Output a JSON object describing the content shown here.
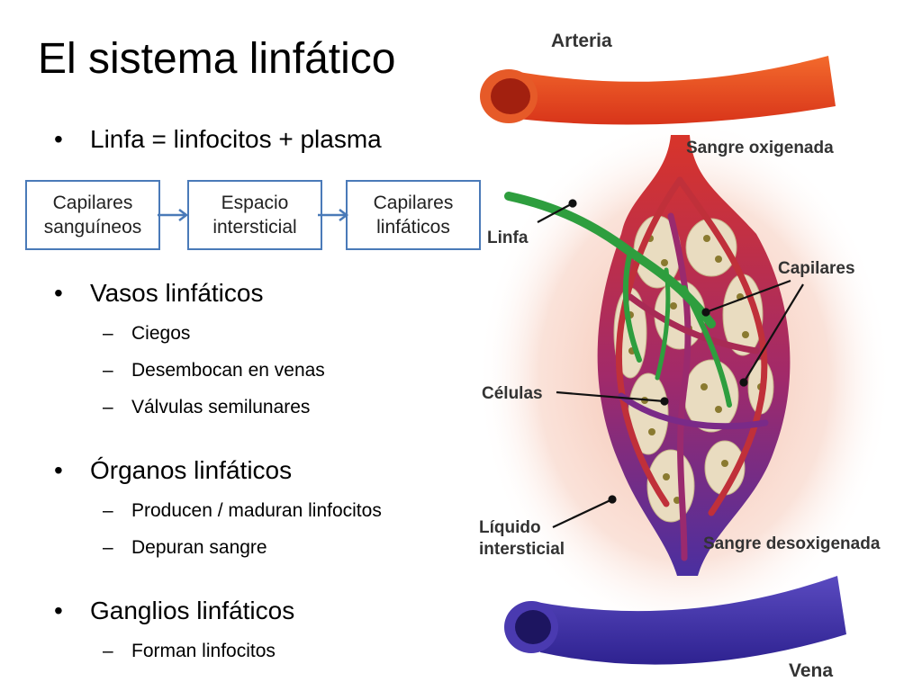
{
  "slide": {
    "title": "El sistema linfático"
  },
  "bullets": [
    {
      "bullet_glyph": "•",
      "text": "Linfa = linfocitos + plasma",
      "subitems": []
    },
    {
      "bullet_glyph": "•",
      "text": "Vasos linfáticos",
      "subitems": [
        "Ciegos",
        "Desembocan en venas",
        "Válvulas semilunares"
      ]
    },
    {
      "bullet_glyph": "•",
      "text": "Órganos linfáticos",
      "subitems": [
        "Producen / maduran linfocitos",
        "Depuran sangre"
      ]
    },
    {
      "bullet_glyph": "•",
      "text": "Ganglios linfáticos",
      "subitems": [
        "Forman linfocitos"
      ]
    }
  ],
  "sub_dash": "–",
  "flow": {
    "boxes": [
      {
        "line1": "Capilares",
        "line2": "sanguíneos"
      },
      {
        "line1": "Espacio",
        "line2": "intersticial"
      },
      {
        "line1": "Capilares",
        "line2": "linfáticos"
      }
    ],
    "arrow_color": "#4a7ab8"
  },
  "figure": {
    "labels": {
      "arteria": "Arteria",
      "sangre_oxigenada": "Sangre oxigenada",
      "linfa": "Linfa",
      "capilares": "Capilares",
      "celulas": "Células",
      "liquido_1": "Líquido",
      "liquido_2": "intersticial",
      "sangre_desoxigenada": "Sangre desoxigenada",
      "vena": "Vena"
    },
    "colors": {
      "artery": "#e8421f",
      "vein": "#3d2fa0",
      "lymph": "#2e9e3e",
      "cells": "#e9dcc0",
      "glow": "#f4b7a1"
    }
  }
}
